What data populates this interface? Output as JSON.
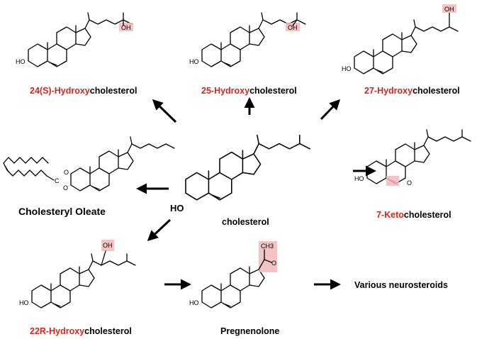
{
  "compounds": {
    "oh24": {
      "pre": "",
      "hl": "24(S)-Hydroxy",
      "post": "cholesterol"
    },
    "oh25": {
      "pre": "",
      "hl": "25-Hydroxy",
      "post": "cholesterol"
    },
    "oh27": {
      "pre": "",
      "hl": "27-Hydroxy",
      "post": "cholesterol"
    },
    "keto7": {
      "pre": "",
      "hl": "7-Keto",
      "post": "cholesterol"
    },
    "oh22": {
      "pre": "",
      "hl": "22R-Hydroxy",
      "post": "cholesterol"
    },
    "oleate": "Cholesteryl Oleate",
    "center": "cholesterol",
    "preg": "Pregnenolone",
    "neuro": "Various neurosteroids"
  },
  "atoms": {
    "oh": "OH",
    "ho": "HO",
    "o": "O",
    "c": "C",
    "ch3": "CH3"
  },
  "colors": {
    "highlight_text": "#d7261e",
    "highlight_box": "#f2b8b8"
  }
}
